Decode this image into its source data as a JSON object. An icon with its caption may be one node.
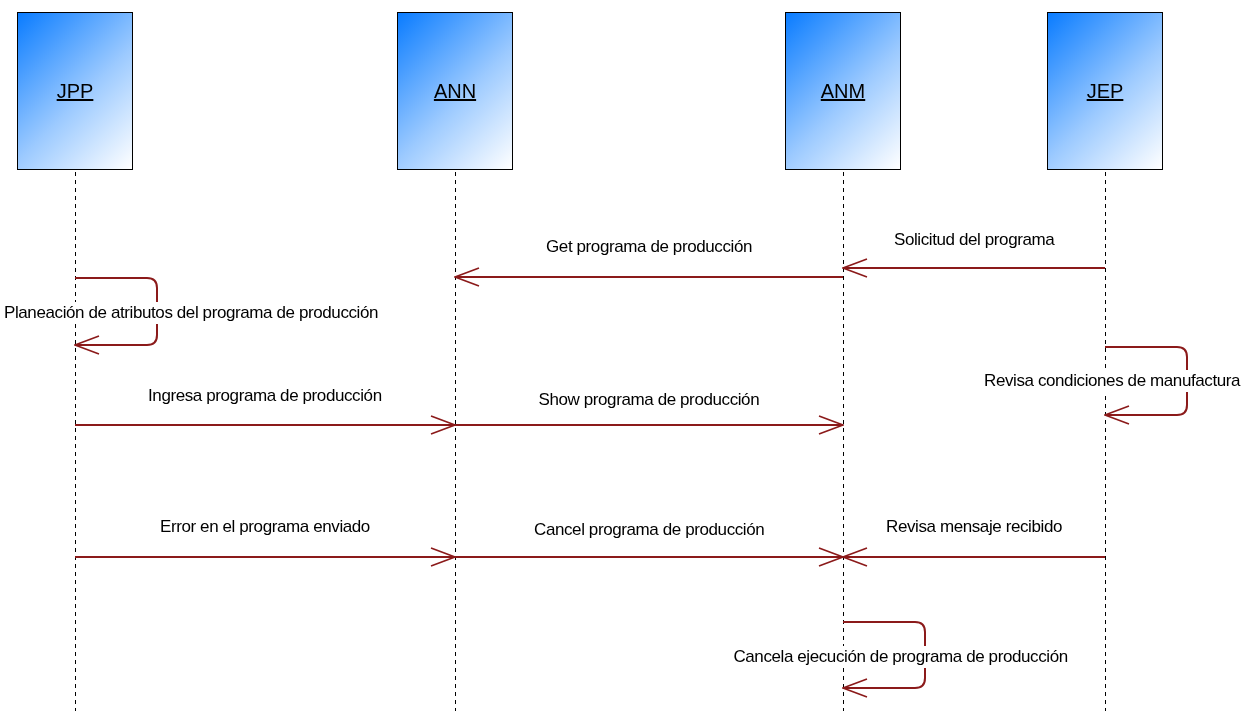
{
  "diagram": {
    "nodes": [
      {
        "text": [
          "JPP"
        ]
      },
      {
        "text": [
          "ANN"
        ]
      },
      {
        "text": [
          "ANM"
        ]
      },
      {
        "text": [
          "JEP"
        ]
      }
    ],
    "edges": [
      {
        "from": 3,
        "to": 2,
        "arrow": "to",
        "label": "Solicitud del programa"
      },
      {
        "from": 2,
        "to": 1,
        "arrow": "to",
        "label": "Get programa de producción"
      },
      {
        "from": 0,
        "to": 0,
        "arrow": "to",
        "label": "Planeación de atributos del programa de producción"
      },
      {
        "from": 3,
        "to": 3,
        "arrow": "to",
        "label": "Revisa condiciones de manufactura"
      },
      {
        "from": 0,
        "to": 1,
        "arrow": "to",
        "label": "Ingresa programa de producción"
      },
      {
        "from": 1,
        "to": 2,
        "arrow": "to",
        "label": "Show programa de producción"
      },
      {
        "from": 0,
        "to": 1,
        "arrow": "to",
        "label": "Error en el programa enviado"
      },
      {
        "from": 1,
        "to": 2,
        "arrow": "to",
        "label": "Cancel programa de producción"
      },
      {
        "from": 3,
        "to": 2,
        "arrow": "to",
        "label": "Revisa mensaje recibido"
      },
      {
        "from": 2,
        "to": 2,
        "arrow": "to",
        "label": "Cancela ejecución de programa de producción"
      }
    ]
  }
}
